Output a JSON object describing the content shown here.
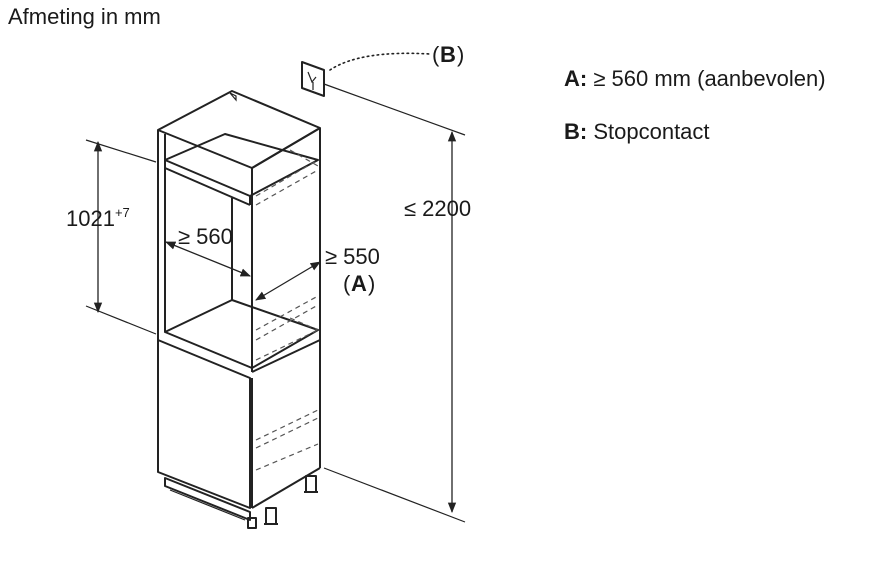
{
  "title": "Afmeting in mm",
  "labels": {
    "socket_ref": "B",
    "height_total": "≤ 2200",
    "niche_height": "1021",
    "niche_height_tolerance": "+7",
    "niche_width": "≥ 560",
    "niche_depth": "≥ 550",
    "niche_depth_ref": "A"
  },
  "legend": [
    {
      "key": "A:",
      "text": "≥ 560 mm (aanbevolen)"
    },
    {
      "key": "B:",
      "text": "Stopcontact"
    }
  ]
}
